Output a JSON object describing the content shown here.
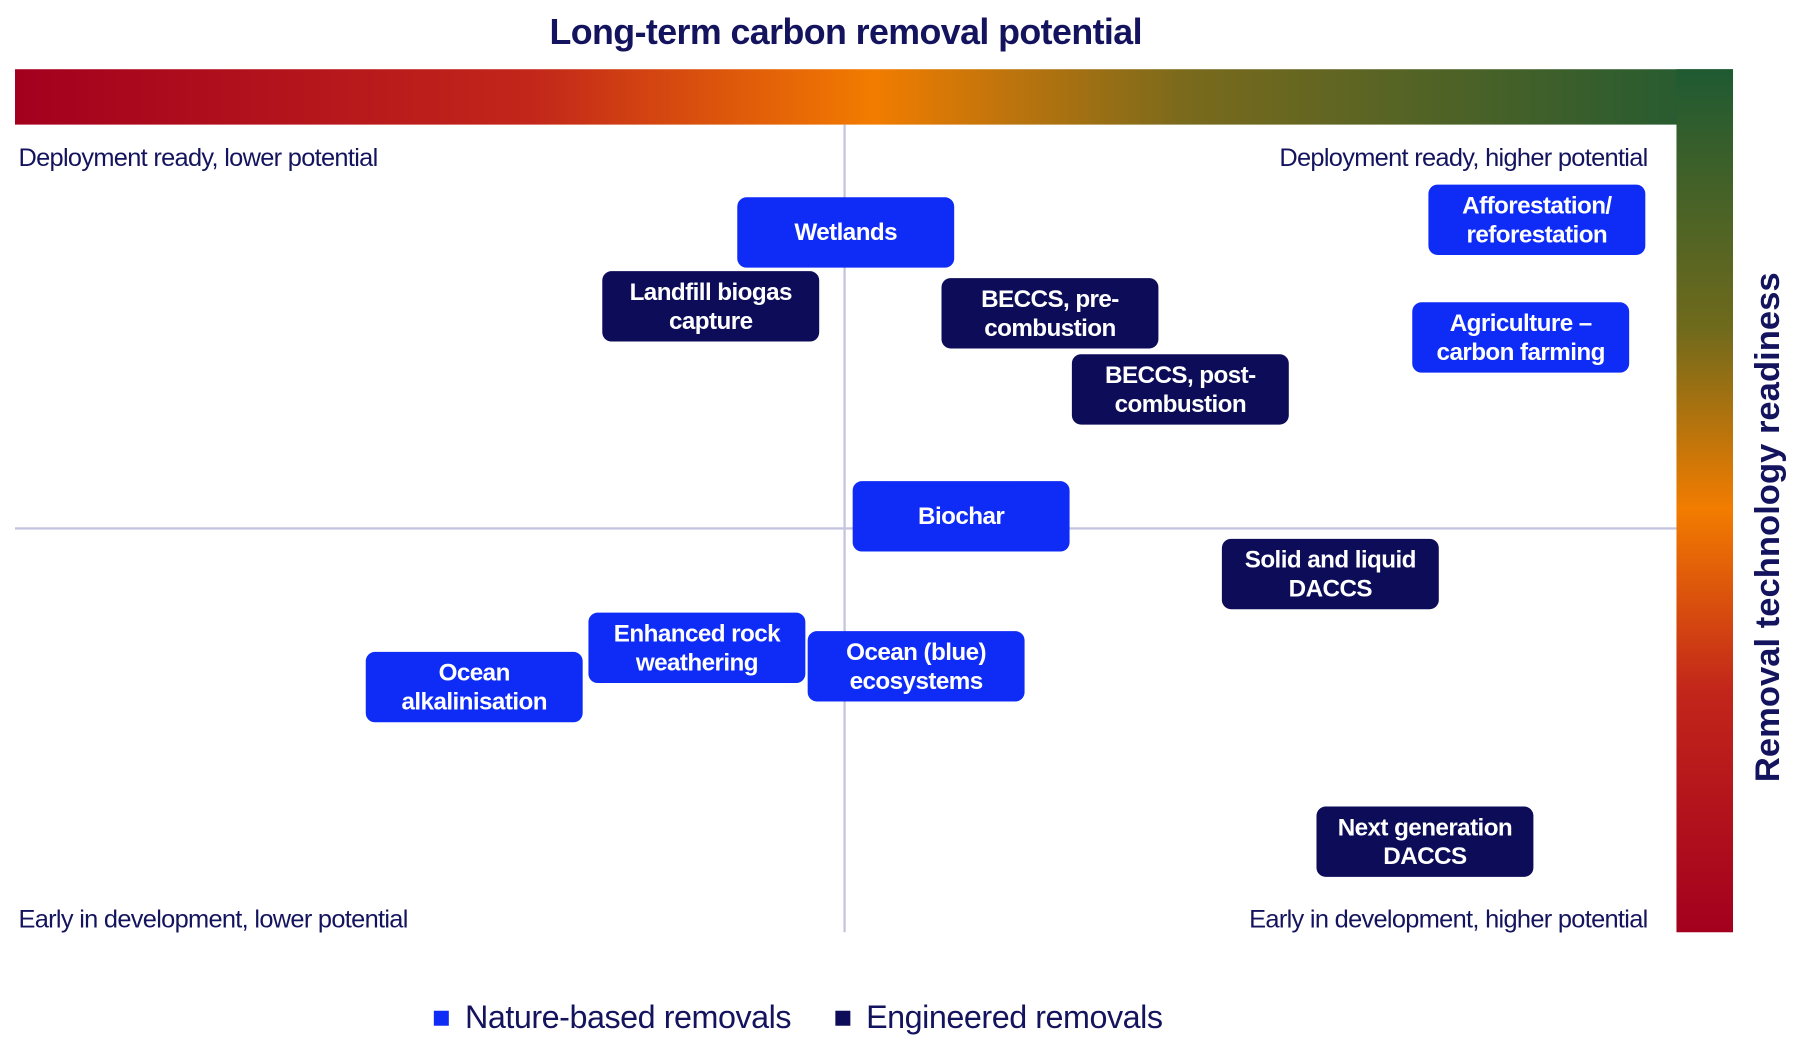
{
  "title": "Long-term carbon removal potential",
  "y_axis_label": "Removal technology readiness",
  "quadrants": {
    "top_left": "Deployment ready, lower potential",
    "top_right": "Deployment ready, higher potential",
    "bottom_left": "Early in development, lower potential",
    "bottom_right": "Early in development, higher potential"
  },
  "items": [
    {
      "label": "Wetlands",
      "type": "nature"
    },
    {
      "label": "Landfill biogas capture",
      "type": "engineered"
    },
    {
      "label": "BECCS, pre-combustion",
      "type": "engineered"
    },
    {
      "label": "BECCS, post-combustion",
      "type": "engineered"
    },
    {
      "label": "Afforestation/ reforestation",
      "type": "nature"
    },
    {
      "label": "Agriculture – carbon farming",
      "type": "nature"
    },
    {
      "label": "Biochar",
      "type": "nature"
    },
    {
      "label": "Solid and liquid DACCS",
      "type": "engineered"
    },
    {
      "label": "Enhanced rock weathering",
      "type": "nature"
    },
    {
      "label": "Ocean (blue) ecosystems",
      "type": "nature"
    },
    {
      "label": "Ocean alkalinisation",
      "type": "nature"
    },
    {
      "label": "Next generation DACCS",
      "type": "engineered"
    }
  ],
  "legend": [
    {
      "label": "Nature-based removals",
      "color": "#0f2cf6"
    },
    {
      "label": "Engineered removals",
      "color": "#0c0c58"
    }
  ],
  "colors": {
    "low": "#a3001e",
    "mid": "#f27c00",
    "high": "#1f5a32"
  }
}
